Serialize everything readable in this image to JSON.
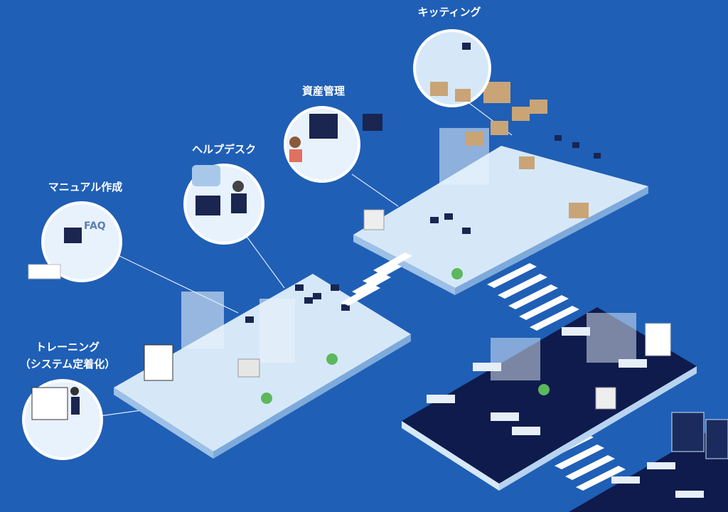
{
  "labels": {
    "kitting": "キッティング",
    "asset_management": "資産管理",
    "helpdesk": "ヘルプデスク",
    "manual_creation": "マニュアル作成",
    "training": "トレーニング",
    "training_sub": "（システム定着化）"
  },
  "colors": {
    "background": "#1f5fb6",
    "light_floor": "#cfe3f7",
    "dark_floor": "#0d1a4a",
    "accent": "#ffffff"
  }
}
